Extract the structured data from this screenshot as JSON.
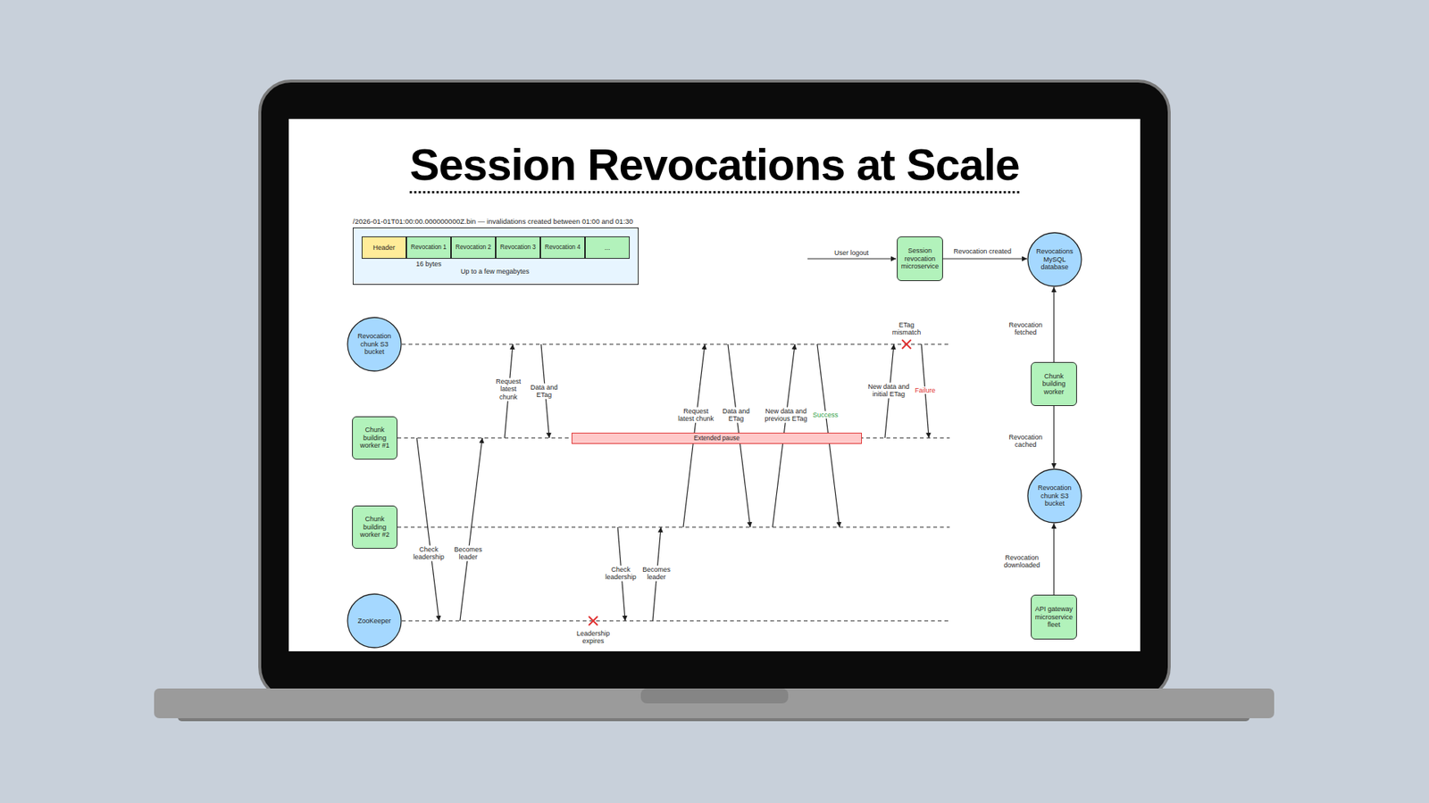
{
  "diagram": {
    "title": "Session Revocations at Scale",
    "nodes": [
      {
        "text": [
          "/2026-01-01T01:00:00.000000000Z.bin — invalidations created between 01:00 and 01:30"
        ]
      },
      {
        "text": [
          "Header"
        ],
        "in": 0
      },
      {
        "text": [
          "Revocation 1"
        ],
        "in": 0
      },
      {
        "text": [
          "Revocation 2"
        ],
        "in": 0
      },
      {
        "text": [
          "Revocation 3"
        ],
        "in": 0
      },
      {
        "text": [
          "Revocation 4"
        ],
        "in": 0
      },
      {
        "text": [
          "..."
        ],
        "in": 0
      },
      {
        "text": [
          "Revocation chunk S3 bucket"
        ]
      },
      {
        "text": [
          "Chunk building worker #1"
        ]
      },
      {
        "text": [
          "Chunk building worker #2"
        ]
      },
      {
        "text": [
          "ZooKeeper"
        ]
      },
      {
        "text": [
          "Extended pause"
        ]
      },
      {
        "text": [
          "Session revocation microservice"
        ]
      },
      {
        "text": [
          "Revocations MySQL database"
        ]
      },
      {
        "text": [
          "Chunk building worker"
        ]
      },
      {
        "text": [
          "Revocation chunk S3 bucket"
        ]
      },
      {
        "text": [
          "API gateway microservice fleet"
        ]
      }
    ],
    "edges": [
      {
        "from": 8,
        "to": 10,
        "label": "Check leadership",
        "arrow": "to"
      },
      {
        "from": 10,
        "to": 8,
        "label": "Becomes leader",
        "arrow": "to"
      },
      {
        "from": 8,
        "to": 7,
        "label": "Request latest chunk",
        "arrow": "to"
      },
      {
        "from": 7,
        "to": 8,
        "label": "Data and ETag",
        "arrow": "to"
      },
      {
        "from": 9,
        "to": 10,
        "label": "Check leadership",
        "arrow": "to"
      },
      {
        "from": 10,
        "to": 9,
        "label": "Becomes leader",
        "arrow": "to"
      },
      {
        "from": 9,
        "to": 7,
        "label": "Request latest chunk",
        "arrow": "to"
      },
      {
        "from": 7,
        "to": 9,
        "label": "Data and ETag",
        "arrow": "to"
      },
      {
        "from": 9,
        "to": 7,
        "label": "New data and previous ETag",
        "arrow": "to"
      },
      {
        "from": 7,
        "to": 9,
        "label": "Success",
        "arrow": "to"
      },
      {
        "from": 8,
        "to": 7,
        "label": "New data and initial ETag",
        "arrow": "to"
      },
      {
        "from": 7,
        "to": 8,
        "label": "Failure",
        "arrow": "to"
      },
      {
        "from": 12,
        "to": 13,
        "label": "Revocation created",
        "arrow": "to"
      },
      {
        "from": 14,
        "to": 13,
        "label": "Revocation fetched",
        "arrow": "to"
      },
      {
        "from": 14,
        "to": 15,
        "label": "Revocation cached",
        "arrow": "to"
      },
      {
        "from": 16,
        "to": 15,
        "label": "Revocation downloaded",
        "arrow": "to"
      }
    ],
    "labels": [
      "16 bytes",
      "Up to a few megabytes",
      "User logout",
      "ETag mismatch",
      "Leadership expires"
    ]
  }
}
